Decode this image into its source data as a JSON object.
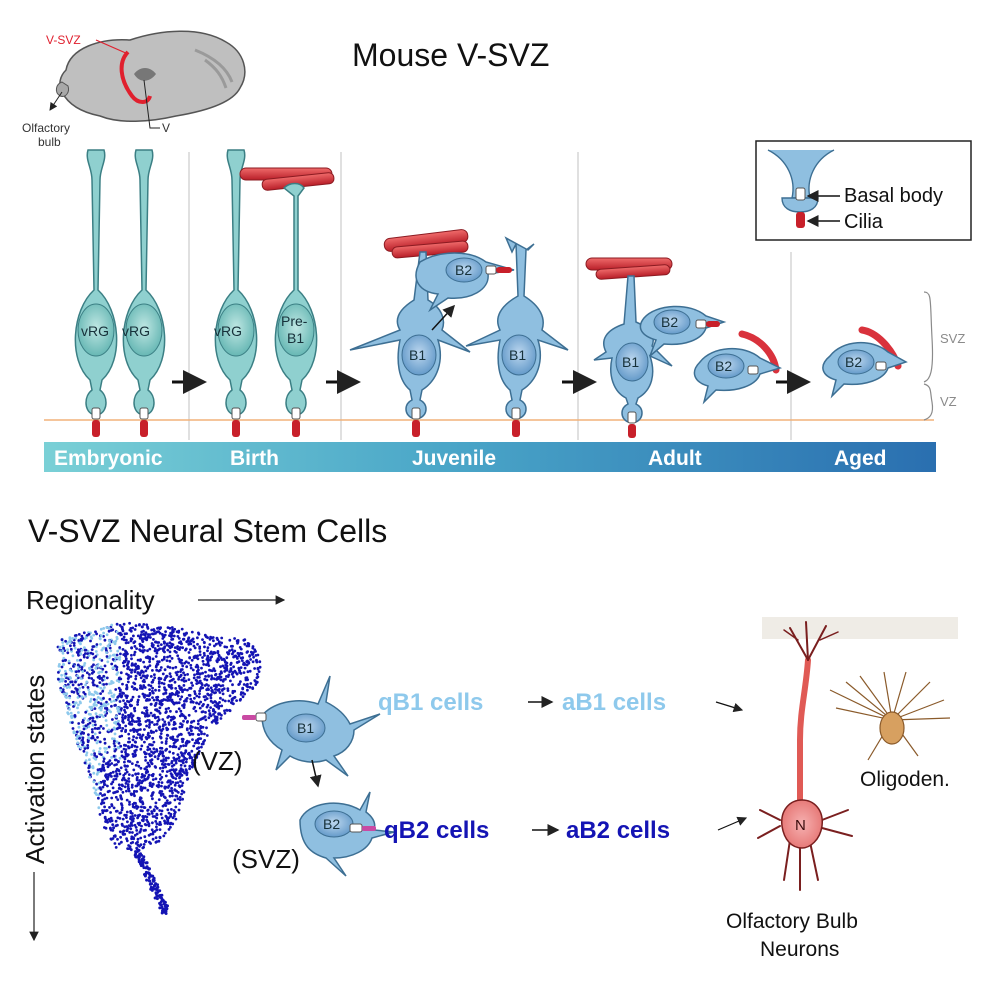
{
  "top": {
    "title": "Mouse V-SVZ",
    "inset": {
      "vsvz_label": "V-SVZ",
      "olfactory_label_line1": "Olfactory",
      "olfactory_label_line2": "bulb",
      "v_label": "V"
    },
    "legend": {
      "basal_body": "Basal body",
      "cilia": "Cilia"
    },
    "cells": {
      "vrg": "vRG",
      "pre_b1_line1": "Pre-",
      "pre_b1_line2": "B1",
      "b1": "B1",
      "b2": "B2"
    },
    "zones": {
      "svz": "SVZ",
      "vz": "VZ"
    },
    "timeline": [
      "Embryonic",
      "Birth",
      "Juvenile",
      "Adult",
      "Aged"
    ]
  },
  "bottom": {
    "title": "V-SVZ Neural Stem Cells",
    "regionality": "Regionality",
    "activation": "Activation states",
    "vz_label": "(VZ)",
    "svz_label": "(SVZ)",
    "b1_label": "B1",
    "b2_label": "B2",
    "qb1": "qB1 cells",
    "ab1": "aB1 cells",
    "qb2": "qB2 cells",
    "ab2": "aB2 cells",
    "neuron_label": "N",
    "oligo": "Oligoden.",
    "ob_line1": "Olfactory Bulb",
    "ob_line2": "Neurons"
  },
  "colors": {
    "light_blue_text": "#8ec9ec",
    "dark_blue_text": "#1414b4",
    "teal_cell": "#8fd0cf",
    "blue_cell": "#8fbfe0",
    "vessel_red": "#d9323c",
    "timeline_start": "#7ad0d6",
    "timeline_end": "#2a6fb0"
  }
}
